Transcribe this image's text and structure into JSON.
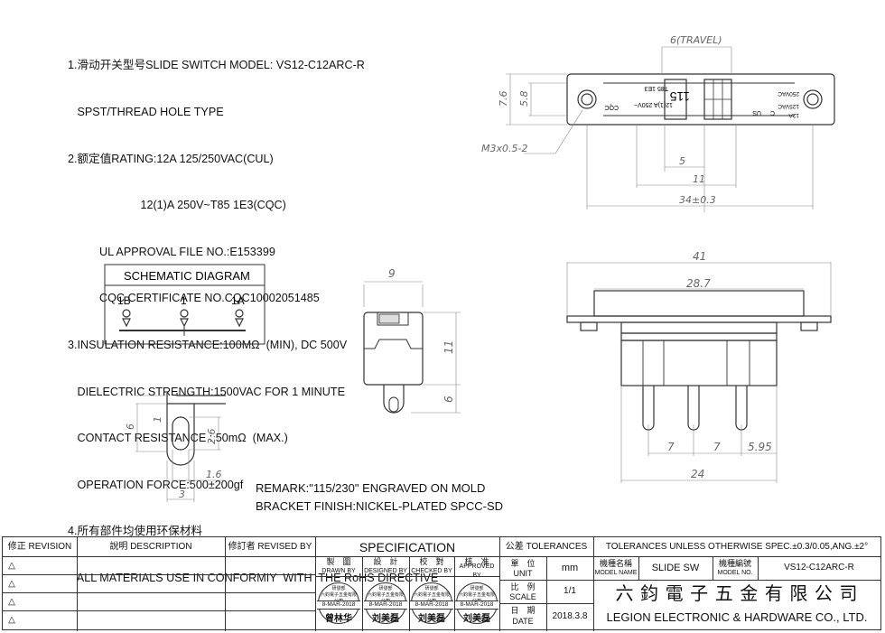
{
  "specs": {
    "line1": "1.滑动开关型号SLIDE SWITCH MODEL: VS12-C12ARC-R",
    "line2": "   SPST/THREAD HOLE TYPE",
    "line3": "2.额定值RATING:12A 125/250VAC(CUL)",
    "line4": "                       12(1)A 250V~T85 1E3(CQC)",
    "line5": "          UL APPROVAL FILE NO.:E153399",
    "line6": "          CQC CERTIFICATE NO.CQC10002051485",
    "line7": "3.INSULATION RESISTANCE:100MΩ  (MIN), DC 500V",
    "line8": "   DIELECTRIC STRENGTH:1500VAC FOR 1 MINUTE",
    "line9": "   CONTACT RESISTANCE : 50mΩ  (MAX.)",
    "line10": "   OPERATION FORCE:500±200gf",
    "line11": "4.所有部件均使用环保材料",
    "line12": "   ALL MATERIALS USE IN CONFORMIY  WITH  THE RoHS DIRECTIVE"
  },
  "schematic": {
    "title": "SCHEMATIC DIAGRAM",
    "pin_left": "1B",
    "pin_mid": "1",
    "pin_right": "1A"
  },
  "top_view": {
    "travel": "6(TRAVEL)",
    "dim_7_6": "7.6",
    "dim_5_8": "5.8",
    "thread": "M3x0.5-2",
    "dim_5": "5",
    "dim_11": "11",
    "dim_34": "34±0.3",
    "label_115": "115",
    "label_rating1": "12(1)A 250V~",
    "label_rating2": "T85 1E3",
    "label_cqc": "CQC",
    "label_cul": "C",
    "label_us": "US",
    "label_12a": "12A",
    "label_125": "125VAC",
    "label_250": "250VAC"
  },
  "side_view": {
    "dim_9": "9",
    "dim_11": "11",
    "dim_6": "6"
  },
  "front_view": {
    "dim_41": "41",
    "dim_28_7": "28.7",
    "dim_7a": "7",
    "dim_7b": "7",
    "dim_5_95": "5.95",
    "dim_24": "24"
  },
  "bracket_view": {
    "dim_1": "1",
    "dim_6": "6",
    "dim_2_6": "2.6",
    "dim_1_6": "1.6",
    "dim_3": "3"
  },
  "remarks": {
    "r1": "REMARK:\"115/230\" ENGRAVED ON MOLD",
    "r2": "BRACKET FINISH:NICKEL-PLATED SPCC-SD"
  },
  "title_block": {
    "revision": "修正 REVISION",
    "description": "說明 DESCRIPTION",
    "revised_by": "修訂者 REVISED BY",
    "specification": "SPECIFICATION",
    "tolerances": "公差 TOLERANCES",
    "tol_text": "TOLERANCES UNLESS OTHERWISE SPEC.±0.3/0.05,ANG.±2°",
    "drawn_by_cn": "製　圖",
    "drawn_by": "DRAWN BY",
    "designed_by_cn": "設　計",
    "designed_by": "DESIGNED BY",
    "checked_by_cn": "校　對",
    "checked_by": "CHECKED BY",
    "approved_by_cn": "核　准",
    "approved_by": "APPROVED BY",
    "unit_cn": "單　位",
    "unit": "UNIT",
    "unit_value": "mm",
    "scale_cn": "比　例",
    "scale": "SCALE",
    "scale_value": "1/1",
    "date_cn": "日　期",
    "date": "DATE",
    "date_value": "2018.3.8",
    "model_name_cn": "機種名稱",
    "model_name": "MODEL NAME",
    "model_name_value": "SLIDE SW",
    "model_no_cn": "機種編號",
    "model_no": "MODEL NO.",
    "model_no_value": "VS12-C12ARC-R",
    "company_cn": "六 鈞 電 子 五 金 有 限 公 司",
    "company_en": "LEGION ELECTRONIC & HARDWARE CO., LTD.",
    "stamp_date1": "8-MAR-2018",
    "stamp_date2": "8-MAR-2018",
    "stamp_date3": "8-MAR-2018",
    "stamp_date4": "8-MAR-2018",
    "stamp_name1": "曾林华",
    "stamp_name2": "刘美磊",
    "stamp_name3": "刘美磊",
    "stamp_name4": "刘美磊",
    "stamp_top1": "六鈞電子五金有限公司",
    "stamp_top2": "六鈞電子五金有限公司",
    "stamp_top3": "六鈞電子五金有限公司",
    "stamp_top4": "六鈞電子五金有限公司",
    "stamp_dept1": "研發部",
    "stamp_dept2": "研發部",
    "stamp_dept3": "研發部",
    "stamp_dept4": "研發部"
  }
}
